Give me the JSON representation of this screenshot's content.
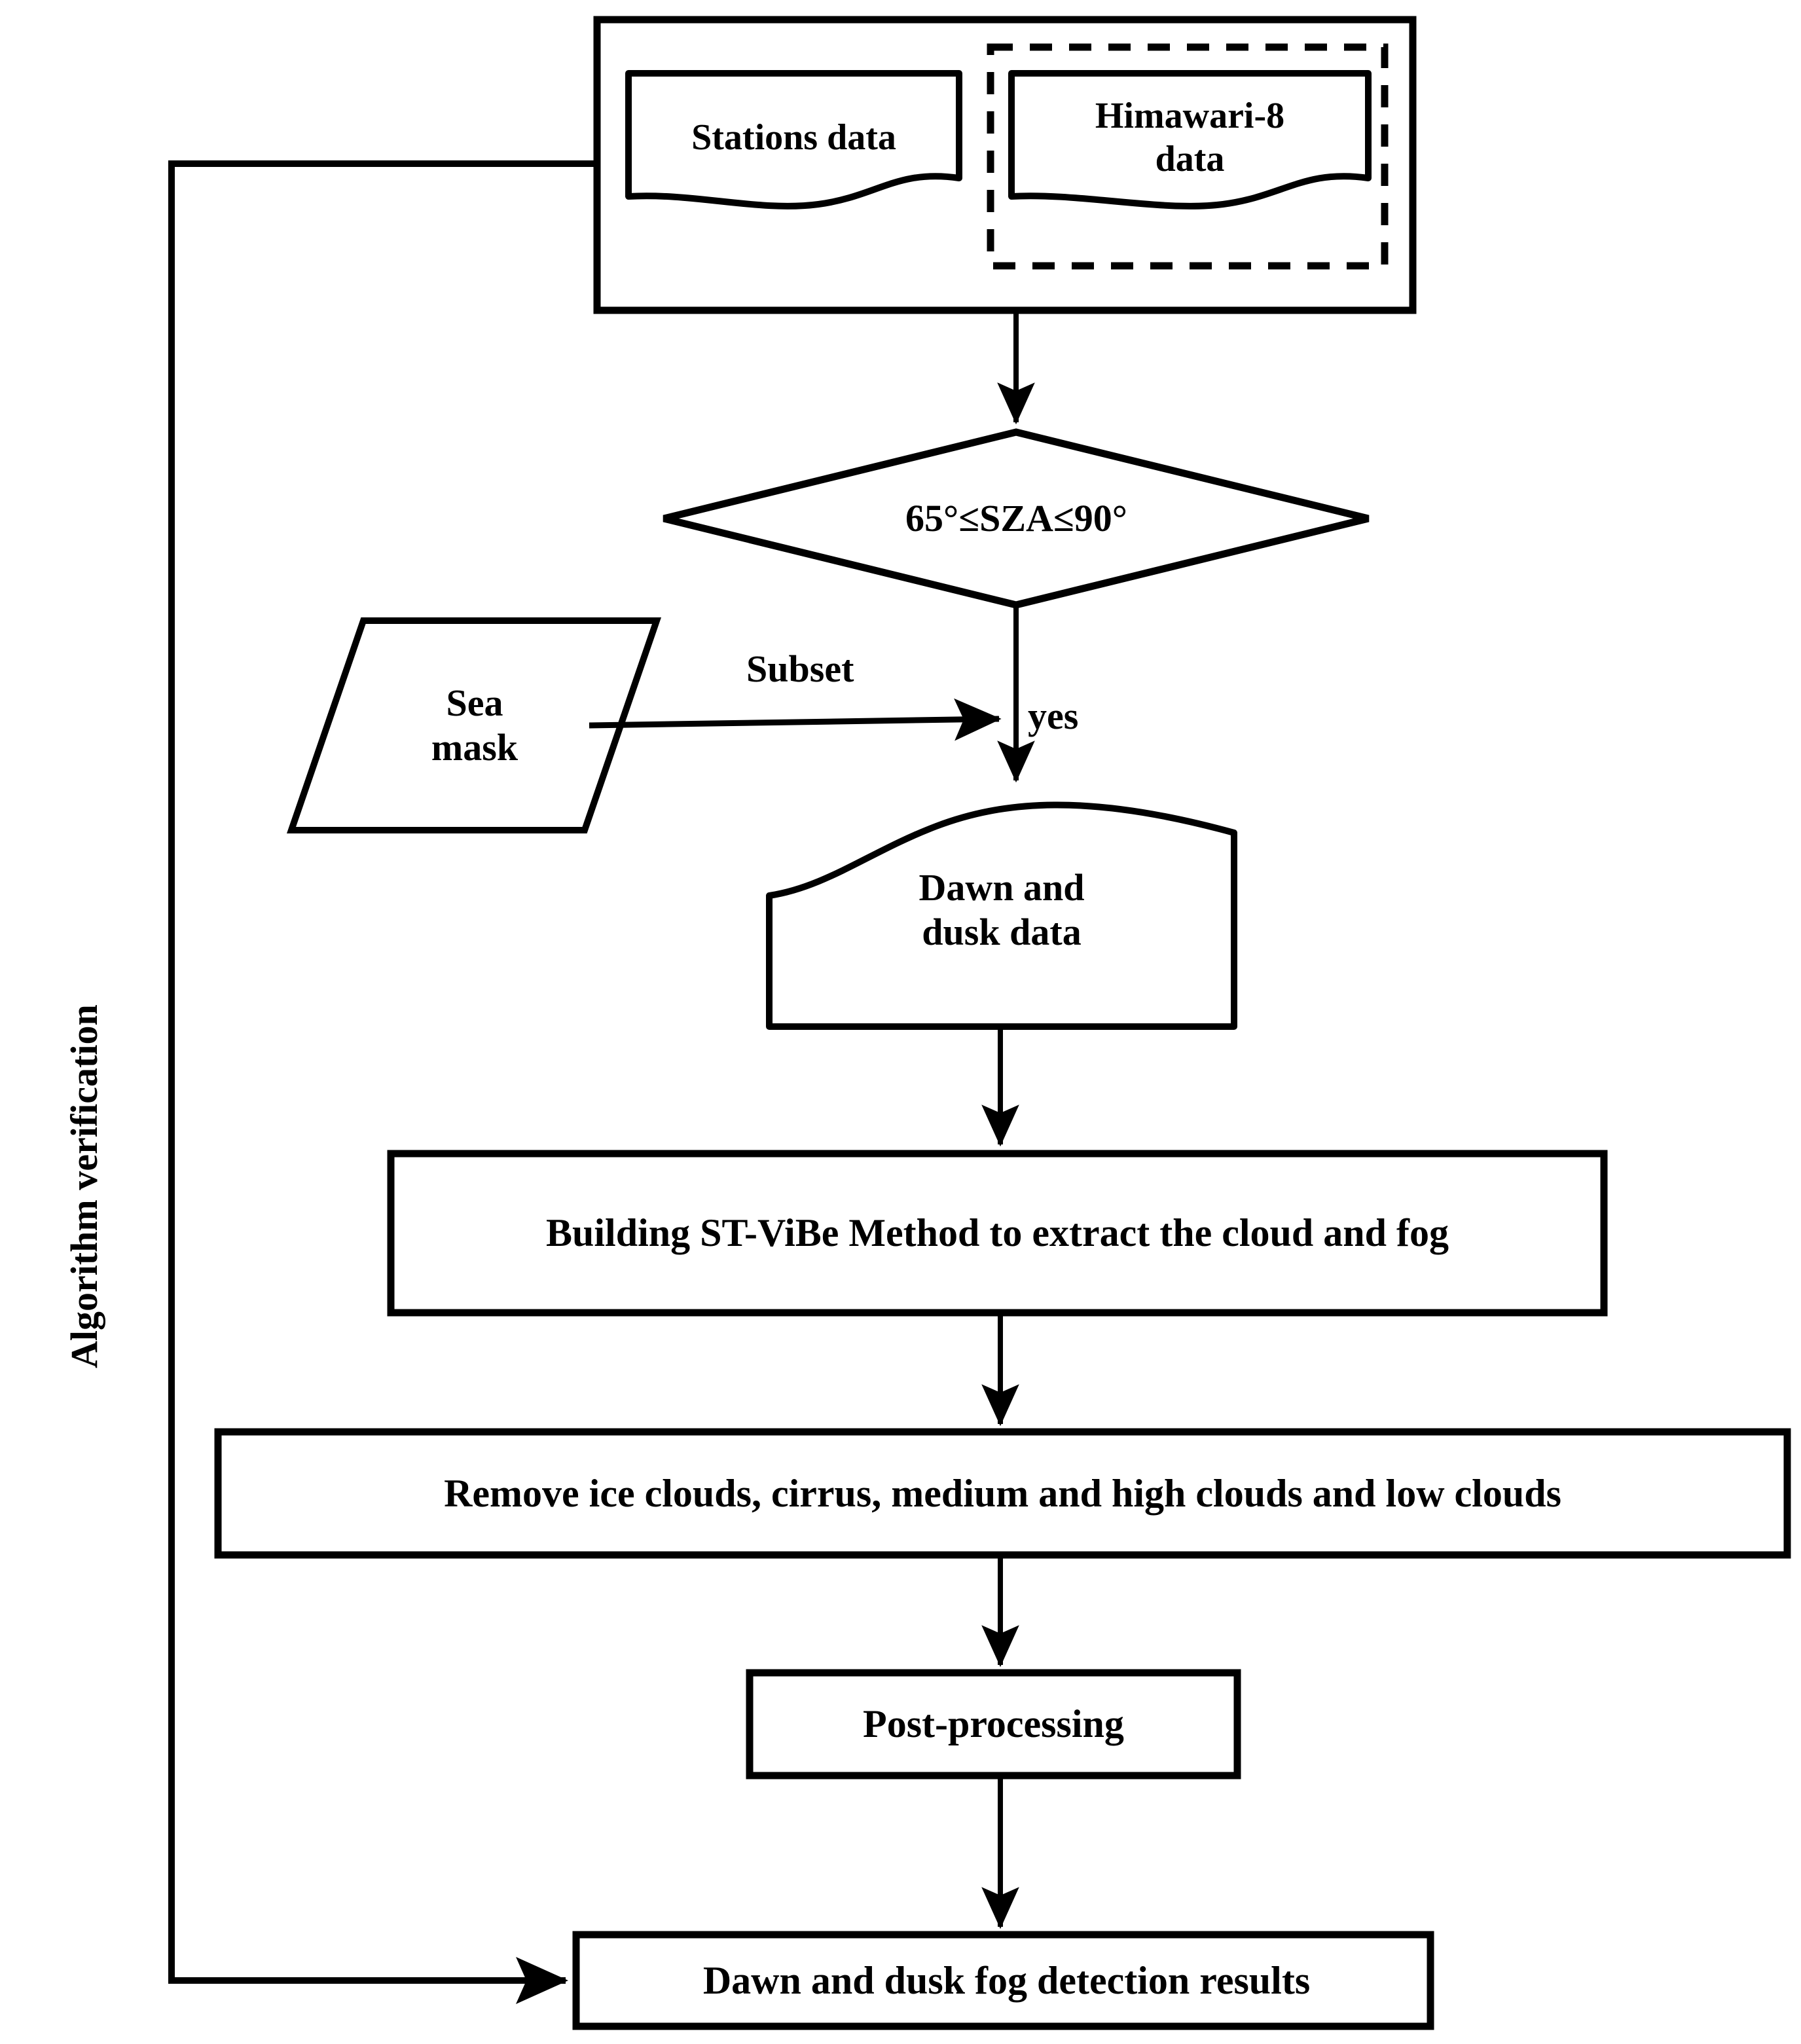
{
  "diagram": {
    "title": "Dawn and dusk fog detection algorithm flowchart",
    "stroke_color": "#000000",
    "background_color": "#ffffff",
    "nodes": {
      "input_group": {
        "label": "",
        "shape": "rectangle"
      },
      "stations_data": {
        "label": "Stations data",
        "shape": "document"
      },
      "himawari_data": {
        "label": "Himawari-8\ndata",
        "shape": "document"
      },
      "satellite_group": {
        "label": "",
        "shape": "dashed-rectangle"
      },
      "sza_decision": {
        "label": "65°≤SZA≤90°",
        "shape": "diamond"
      },
      "sea_mask": {
        "label": "Sea\nmask",
        "shape": "parallelogram"
      },
      "dawn_dusk_data": {
        "label": "Dawn and\ndusk data",
        "shape": "document-top"
      },
      "stvibe_method": {
        "label": "Building ST-ViBe Method to extract the cloud and fog",
        "shape": "rectangle"
      },
      "remove_clouds": {
        "label": "Remove ice clouds, cirrus, medium and high clouds and low clouds",
        "shape": "rectangle"
      },
      "post_processing": {
        "label": "Post-processing",
        "shape": "rectangle"
      },
      "detection_results": {
        "label": "Dawn and dusk fog detection results",
        "shape": "rectangle"
      }
    },
    "edge_labels": {
      "subset": "Subset",
      "yes": "yes",
      "verification": "Algorithm verification"
    }
  }
}
